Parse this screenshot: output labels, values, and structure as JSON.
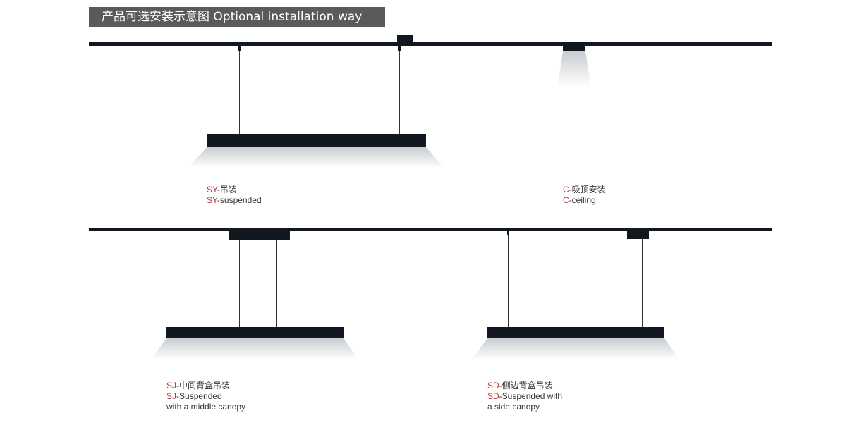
{
  "header": {
    "title": "产品可选安装示意图 Optional installation way"
  },
  "colors": {
    "code_red": "#b7373b",
    "dark": "#111820",
    "header_bg": "#5a5a5a",
    "text": "#333333"
  },
  "options": [
    {
      "code": "SY",
      "name_cn": "-吊装",
      "name_en": "-suspended",
      "name_en_2": ""
    },
    {
      "code": "C",
      "name_cn": "-吸顶安装",
      "name_en": "-ceiling",
      "name_en_2": ""
    },
    {
      "code": "SJ",
      "name_cn": "-中间背盒吊装",
      "name_en": "-Suspended",
      "name_en_2": "with a middle canopy"
    },
    {
      "code": "SD",
      "name_cn": "-侧边背盒吊装",
      "name_en": "-Suspended with",
      "name_en_2": "a side canopy"
    }
  ]
}
